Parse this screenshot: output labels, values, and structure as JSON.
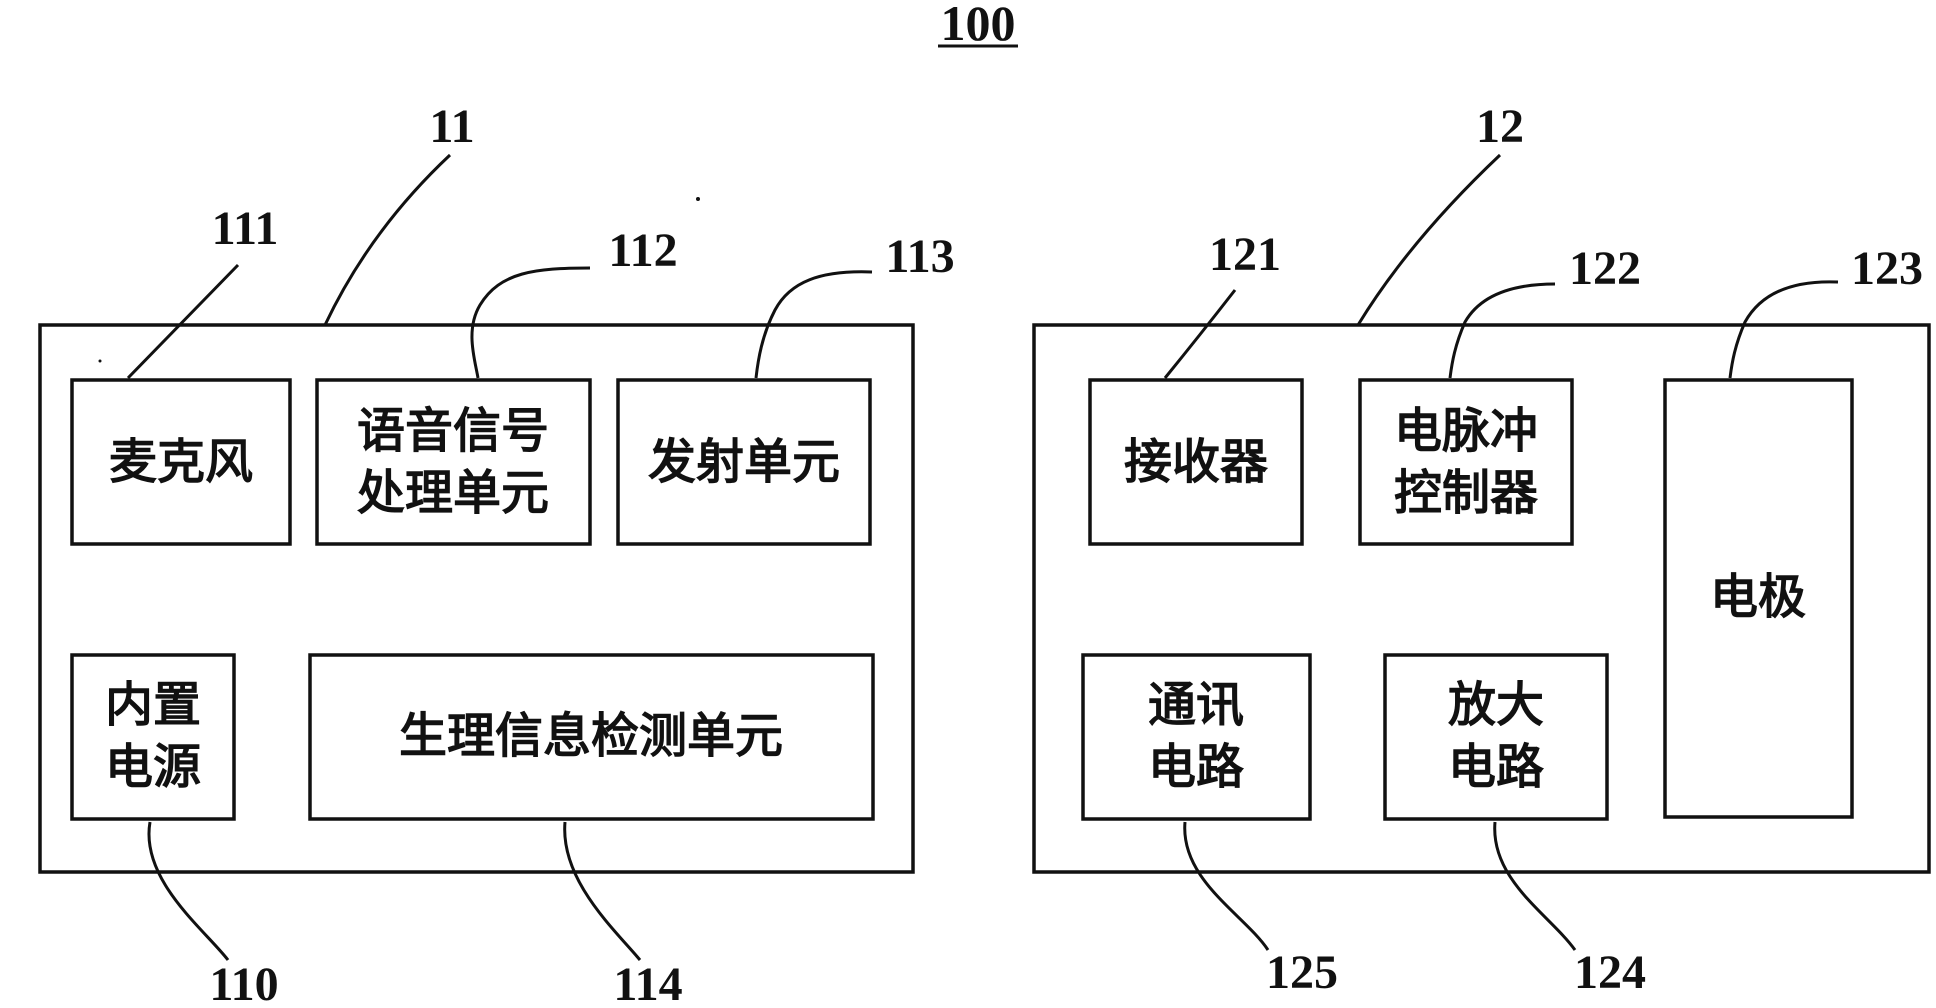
{
  "figure": {
    "title": "100"
  },
  "unit_11": {
    "label": "11",
    "microphone": {
      "ref": "111",
      "lines": [
        "麦克风"
      ]
    },
    "speech_processor": {
      "ref": "112",
      "lines": [
        "语音信号",
        "处理单元"
      ]
    },
    "transmitter": {
      "ref": "113",
      "lines": [
        "发射单元"
      ]
    },
    "power": {
      "ref": "110",
      "lines": [
        "内置",
        "电源"
      ]
    },
    "physio": {
      "ref": "114",
      "lines": [
        "生理信息检测单元"
      ]
    }
  },
  "unit_12": {
    "label": "12",
    "receiver": {
      "ref": "121",
      "lines": [
        "接收器"
      ]
    },
    "pulse_controller": {
      "ref": "122",
      "lines": [
        "电脉冲",
        "控制器"
      ]
    },
    "electrode": {
      "ref": "123",
      "lines": [
        "电极"
      ]
    },
    "comm": {
      "ref": "125",
      "lines": [
        "通讯",
        "电路"
      ]
    },
    "amplifier": {
      "ref": "124",
      "lines": [
        "放大",
        "电路"
      ]
    }
  }
}
